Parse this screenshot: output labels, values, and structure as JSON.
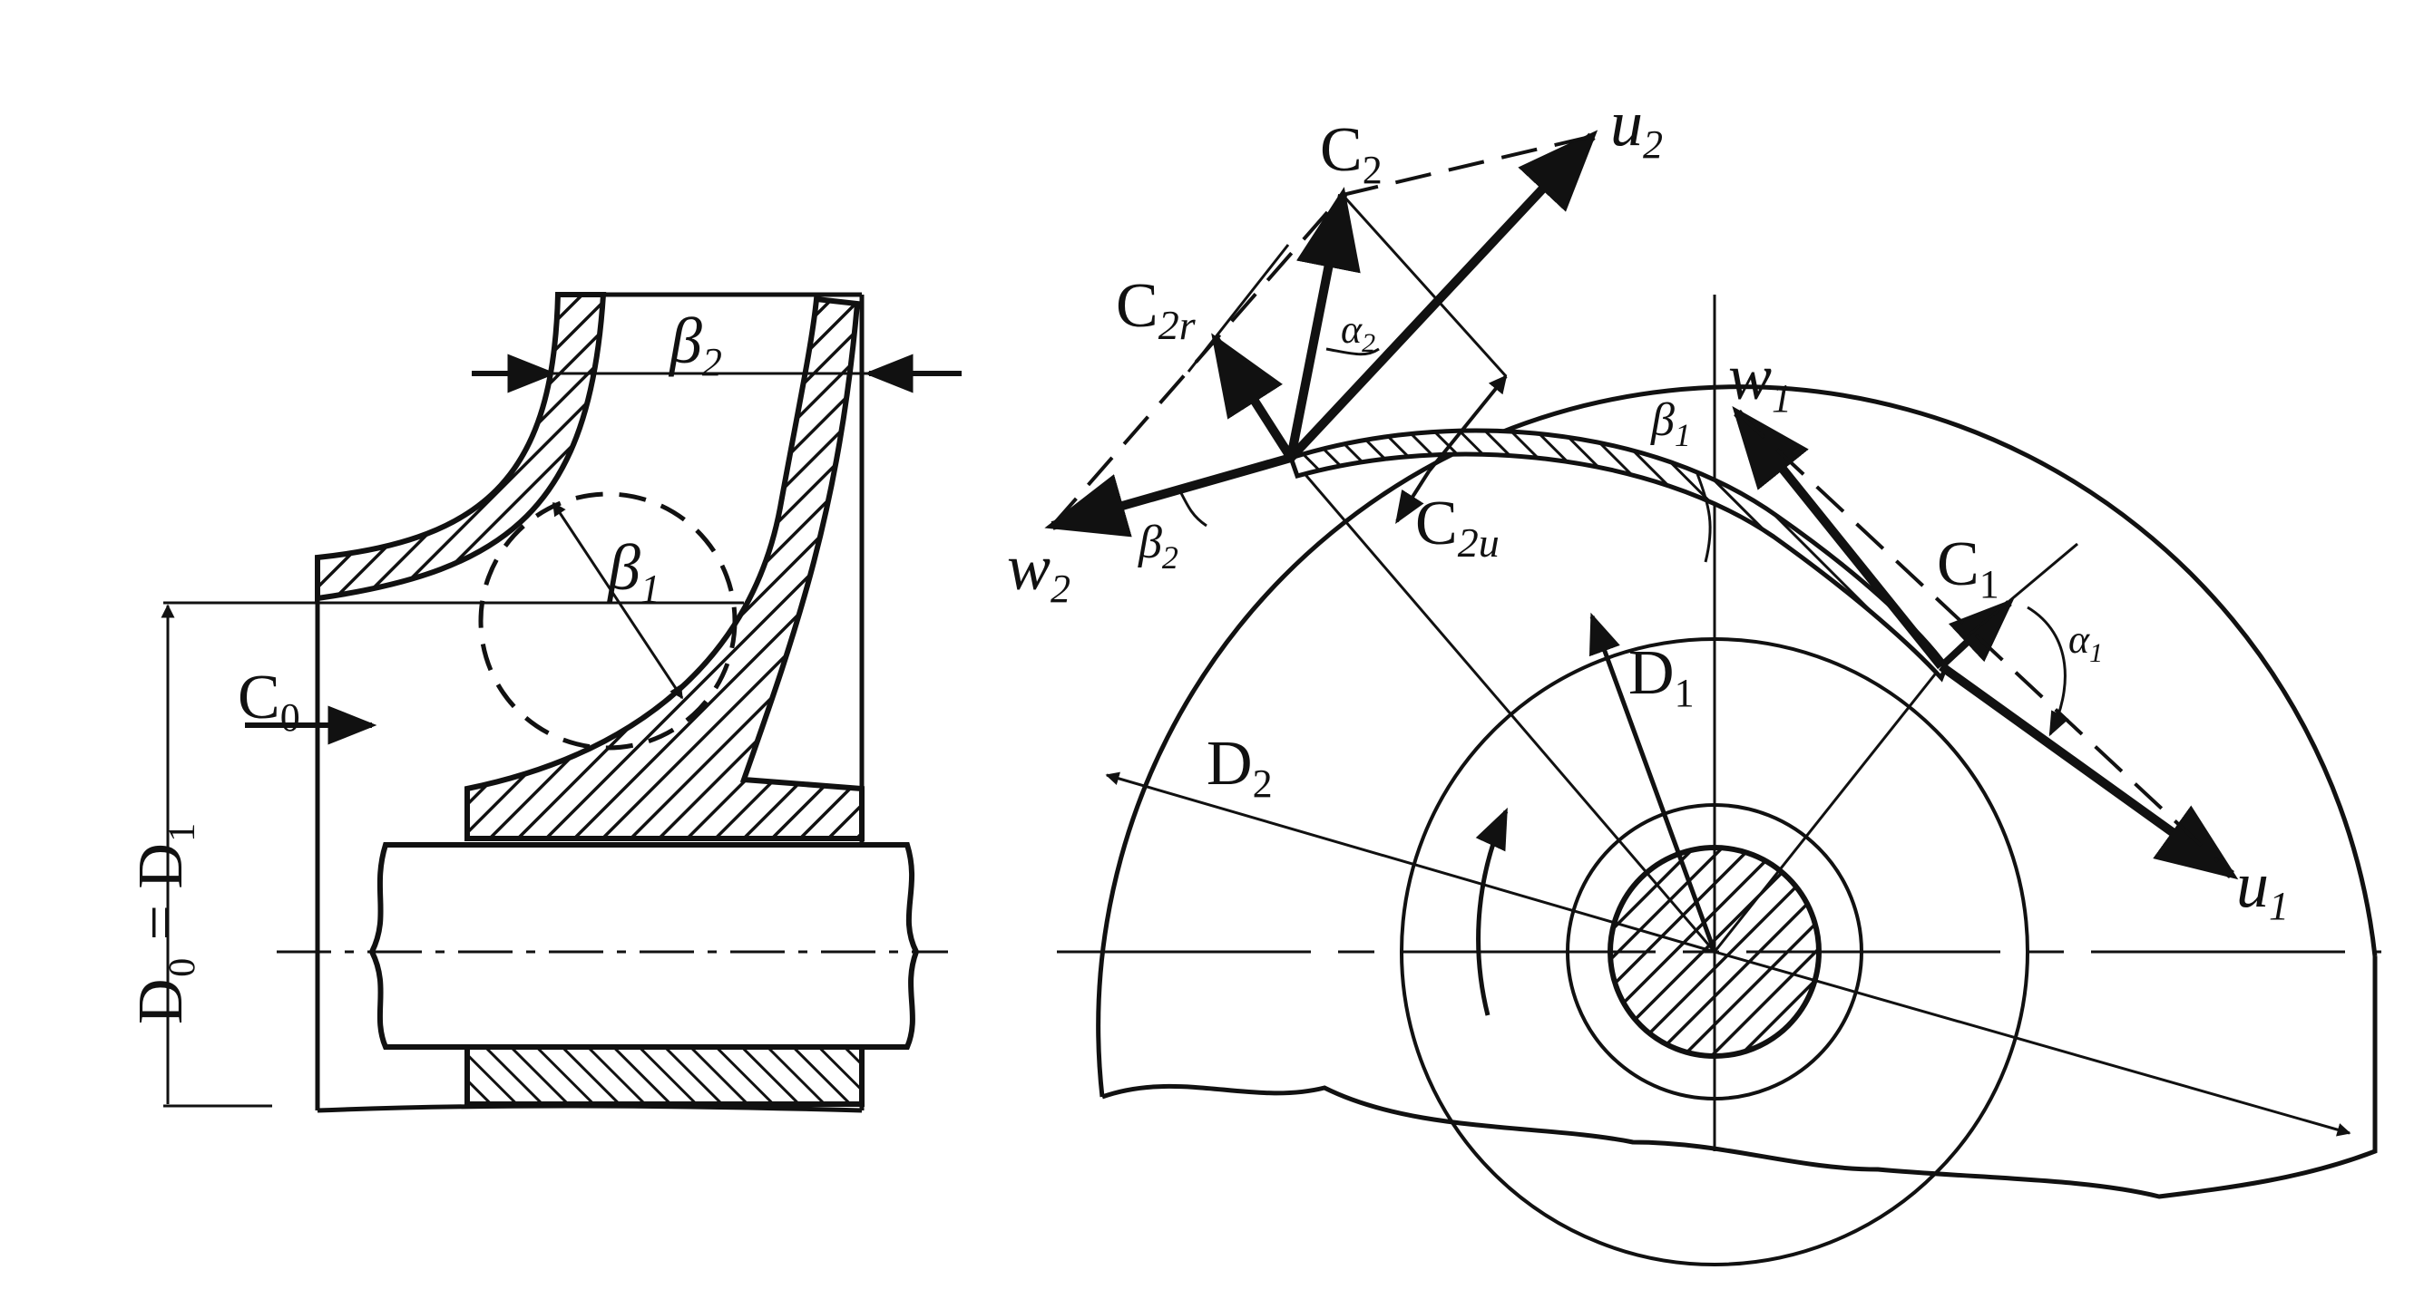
{
  "colors": {
    "ink": "#111111",
    "background": "#ffffff"
  },
  "left_view": {
    "dim_d0_d1": "D₀ = D₁",
    "c0": {
      "main": "C",
      "sub": "0"
    },
    "b1": {
      "main": "β",
      "sub": "1"
    },
    "b2": {
      "main": "β",
      "sub": "2"
    }
  },
  "right_view": {
    "c2": {
      "main": "C",
      "sub": "2"
    },
    "u2": {
      "main": "u",
      "sub": "2"
    },
    "c2r": {
      "main": "C",
      "sub": "2r"
    },
    "alpha2": {
      "main": "α",
      "sub": "2"
    },
    "w1": {
      "main": "w",
      "sub": "1"
    },
    "beta1": {
      "main": "β",
      "sub": "1"
    },
    "w2": {
      "main": "w",
      "sub": "2"
    },
    "beta2": {
      "main": "β",
      "sub": "2"
    },
    "c2u": {
      "main": "C",
      "sub": "2u"
    },
    "c1": {
      "main": "C",
      "sub": "1"
    },
    "alpha1": {
      "main": "α",
      "sub": "1"
    },
    "d1": {
      "main": "D",
      "sub": "1"
    },
    "d2": {
      "main": "D",
      "sub": "2"
    },
    "u1": {
      "main": "u",
      "sub": "1"
    }
  }
}
